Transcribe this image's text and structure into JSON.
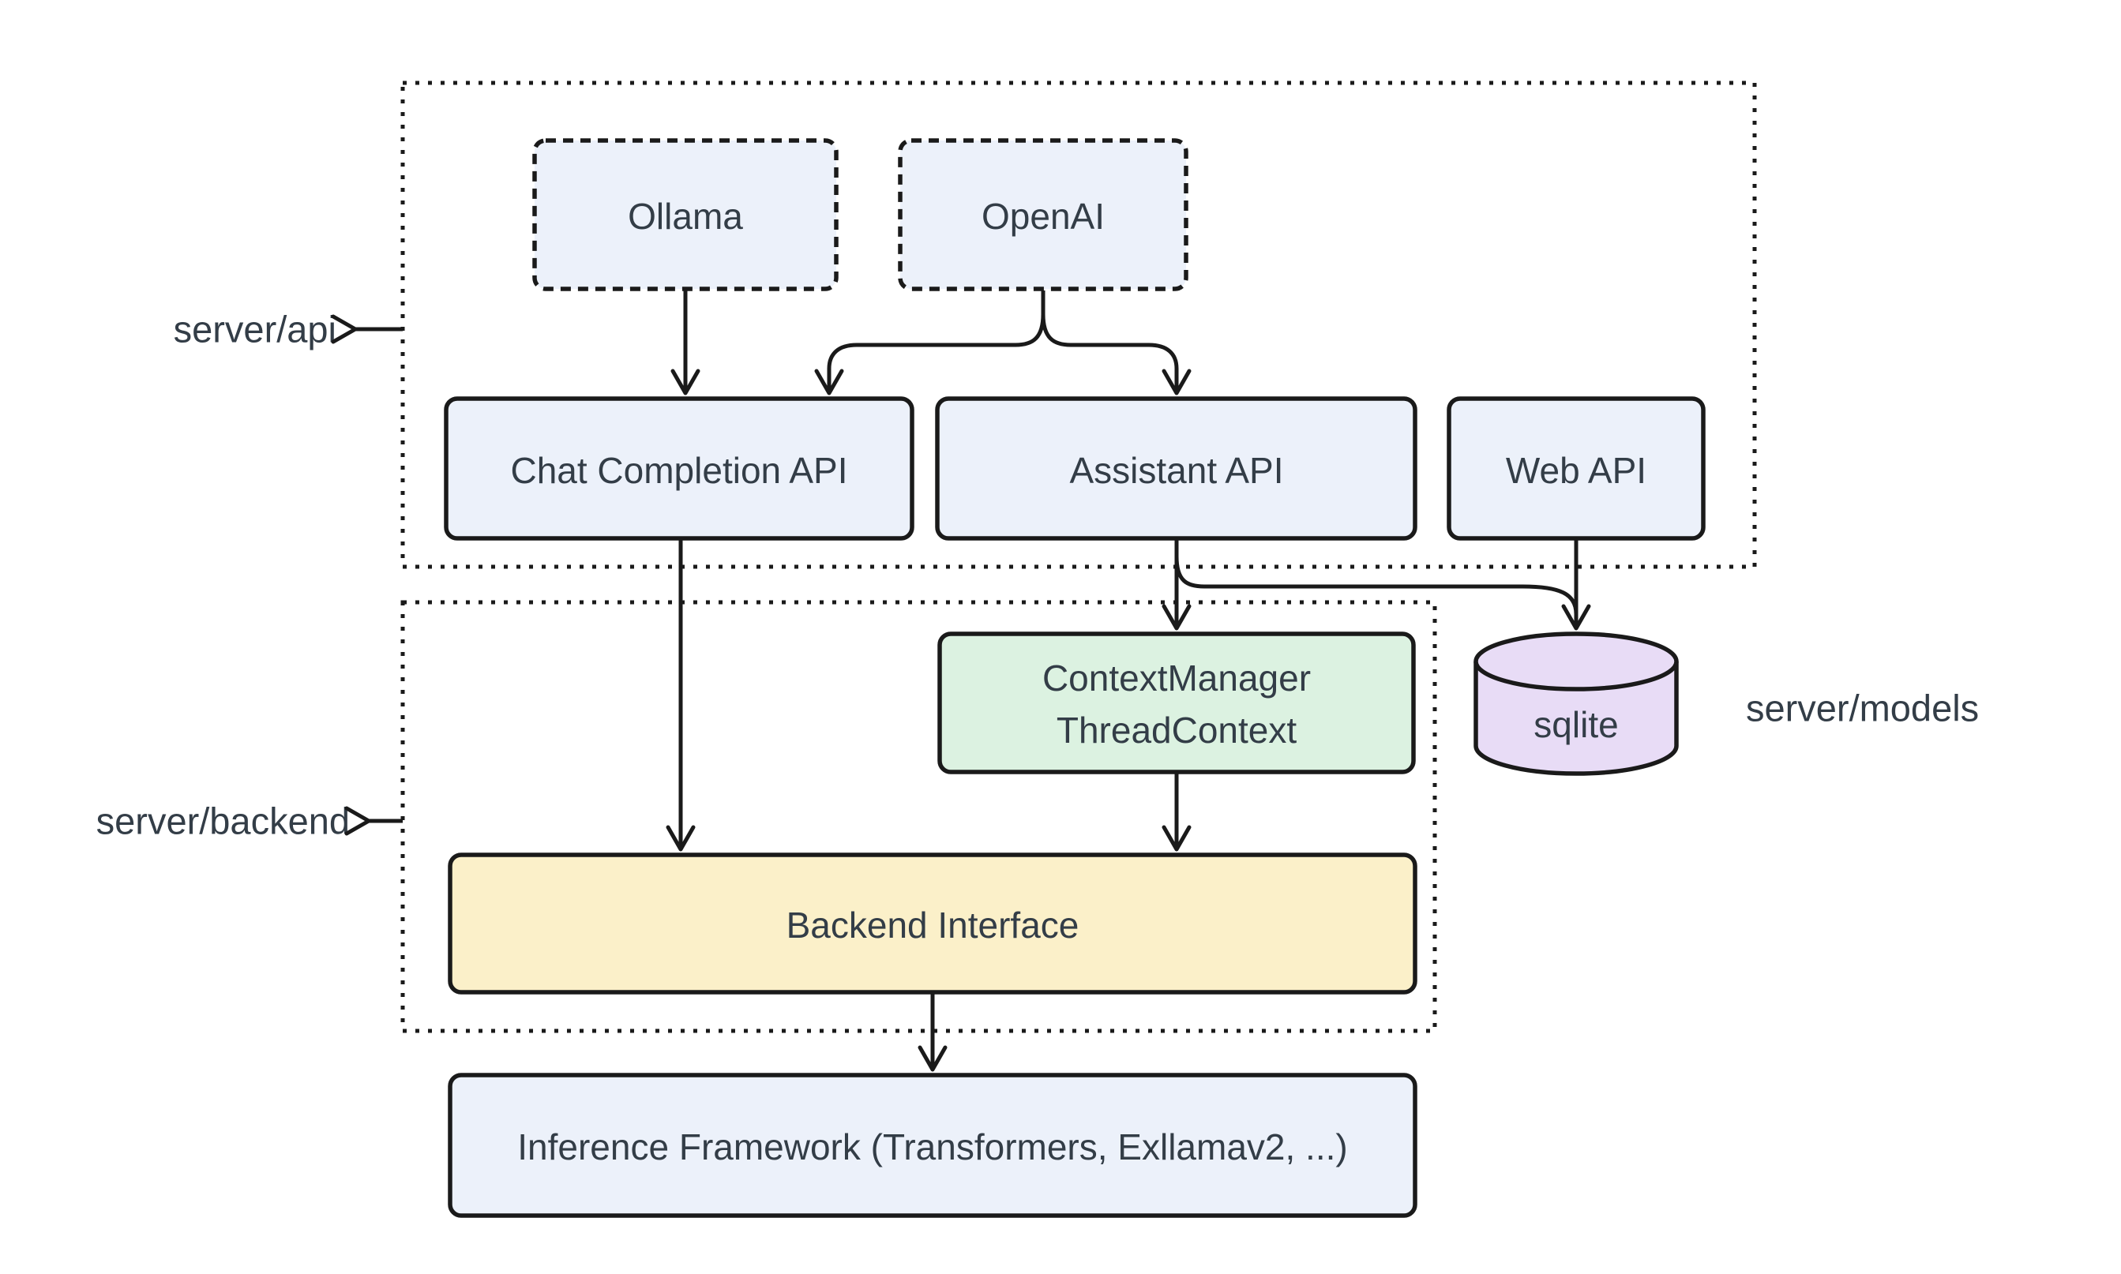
{
  "diagram_type": "architecture-flowchart",
  "colors": {
    "background": "#ffffff",
    "stroke": "#1a1a1a",
    "text": "#333d47",
    "node_blue": "#ecf1fa",
    "node_green": "#dcf2e1",
    "node_yellow": "#fbf0c9",
    "node_purple": "#e8dcf6"
  },
  "containers": {
    "server_api": {
      "label": "server/api"
    },
    "server_backend": {
      "label": "server/backend"
    },
    "server_models": {
      "label": "server/models"
    }
  },
  "nodes": {
    "ollama": {
      "label": "Ollama"
    },
    "openai": {
      "label": "OpenAI"
    },
    "chat_completion_api": {
      "label": "Chat Completion API"
    },
    "assistant_api": {
      "label": "Assistant API"
    },
    "web_api": {
      "label": "Web API"
    },
    "context_manager": {
      "line1": "ContextManager",
      "line2": "ThreadContext"
    },
    "backend_interface": {
      "label": "Backend Interface"
    },
    "inference_framework": {
      "label": "Inference Framework (Transformers, Exllamav2, ...)"
    },
    "sqlite": {
      "label": "sqlite"
    }
  },
  "edges": [
    {
      "from": "Ollama",
      "to": "Chat Completion API"
    },
    {
      "from": "OpenAI",
      "to": "Chat Completion API"
    },
    {
      "from": "OpenAI",
      "to": "Assistant API"
    },
    {
      "from": "Chat Completion API",
      "to": "Backend Interface"
    },
    {
      "from": "Assistant API",
      "to": "ContextManager ThreadContext"
    },
    {
      "from": "Assistant API",
      "to": "sqlite"
    },
    {
      "from": "Web API",
      "to": "sqlite"
    },
    {
      "from": "ContextManager ThreadContext",
      "to": "Backend Interface"
    },
    {
      "from": "Backend Interface",
      "to": "Inference Framework (Transformers, Exllamav2, ...)"
    }
  ]
}
